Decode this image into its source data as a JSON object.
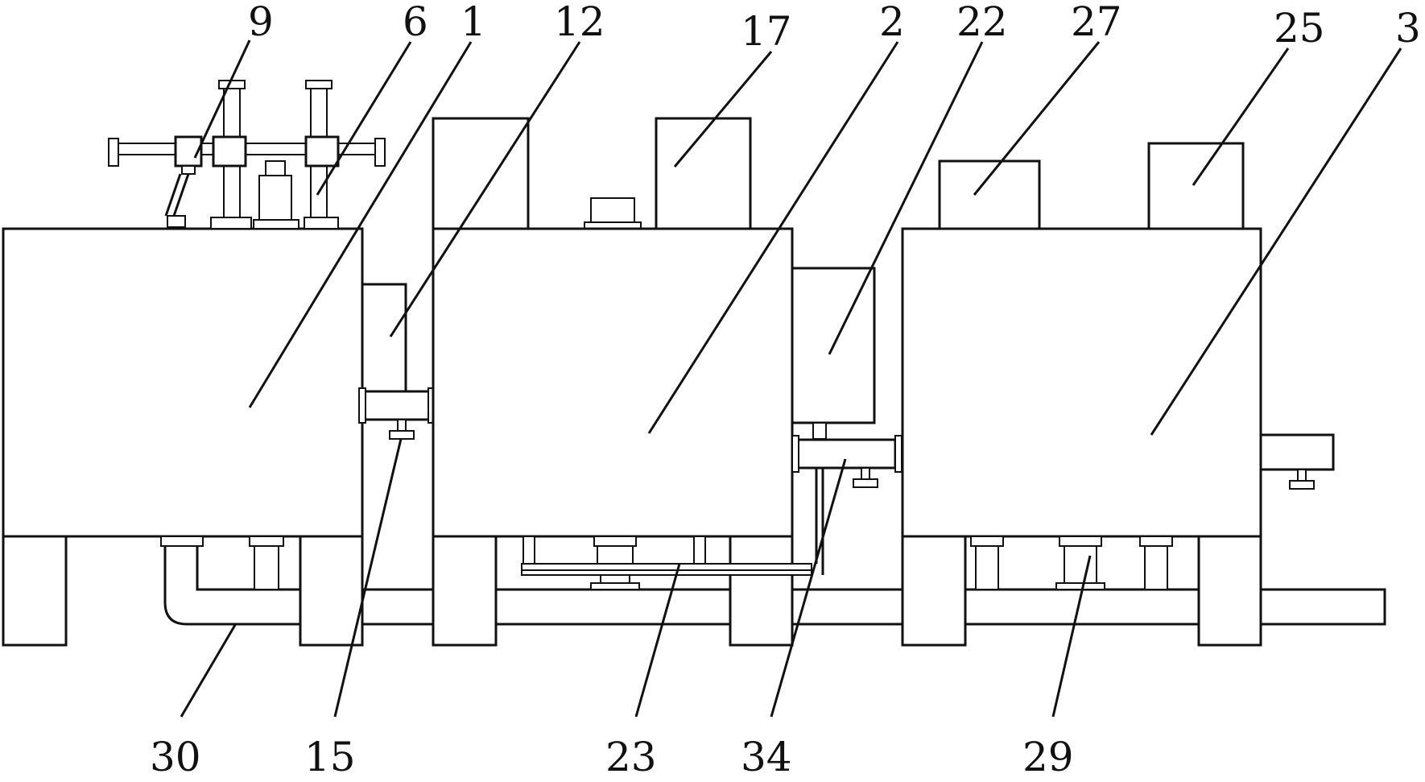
{
  "figure": {
    "labels": {
      "l9": "9",
      "l6": "6",
      "l1": "1",
      "l12": "12",
      "l17": "17",
      "l2": "2",
      "l22": "22",
      "l27": "27",
      "l25": "25",
      "l3": "3",
      "l30": "30",
      "l15": "15",
      "l23": "23",
      "l34": "34",
      "l29": "29"
    }
  },
  "colors": {
    "line": "#111111",
    "background": "#ffffff"
  }
}
